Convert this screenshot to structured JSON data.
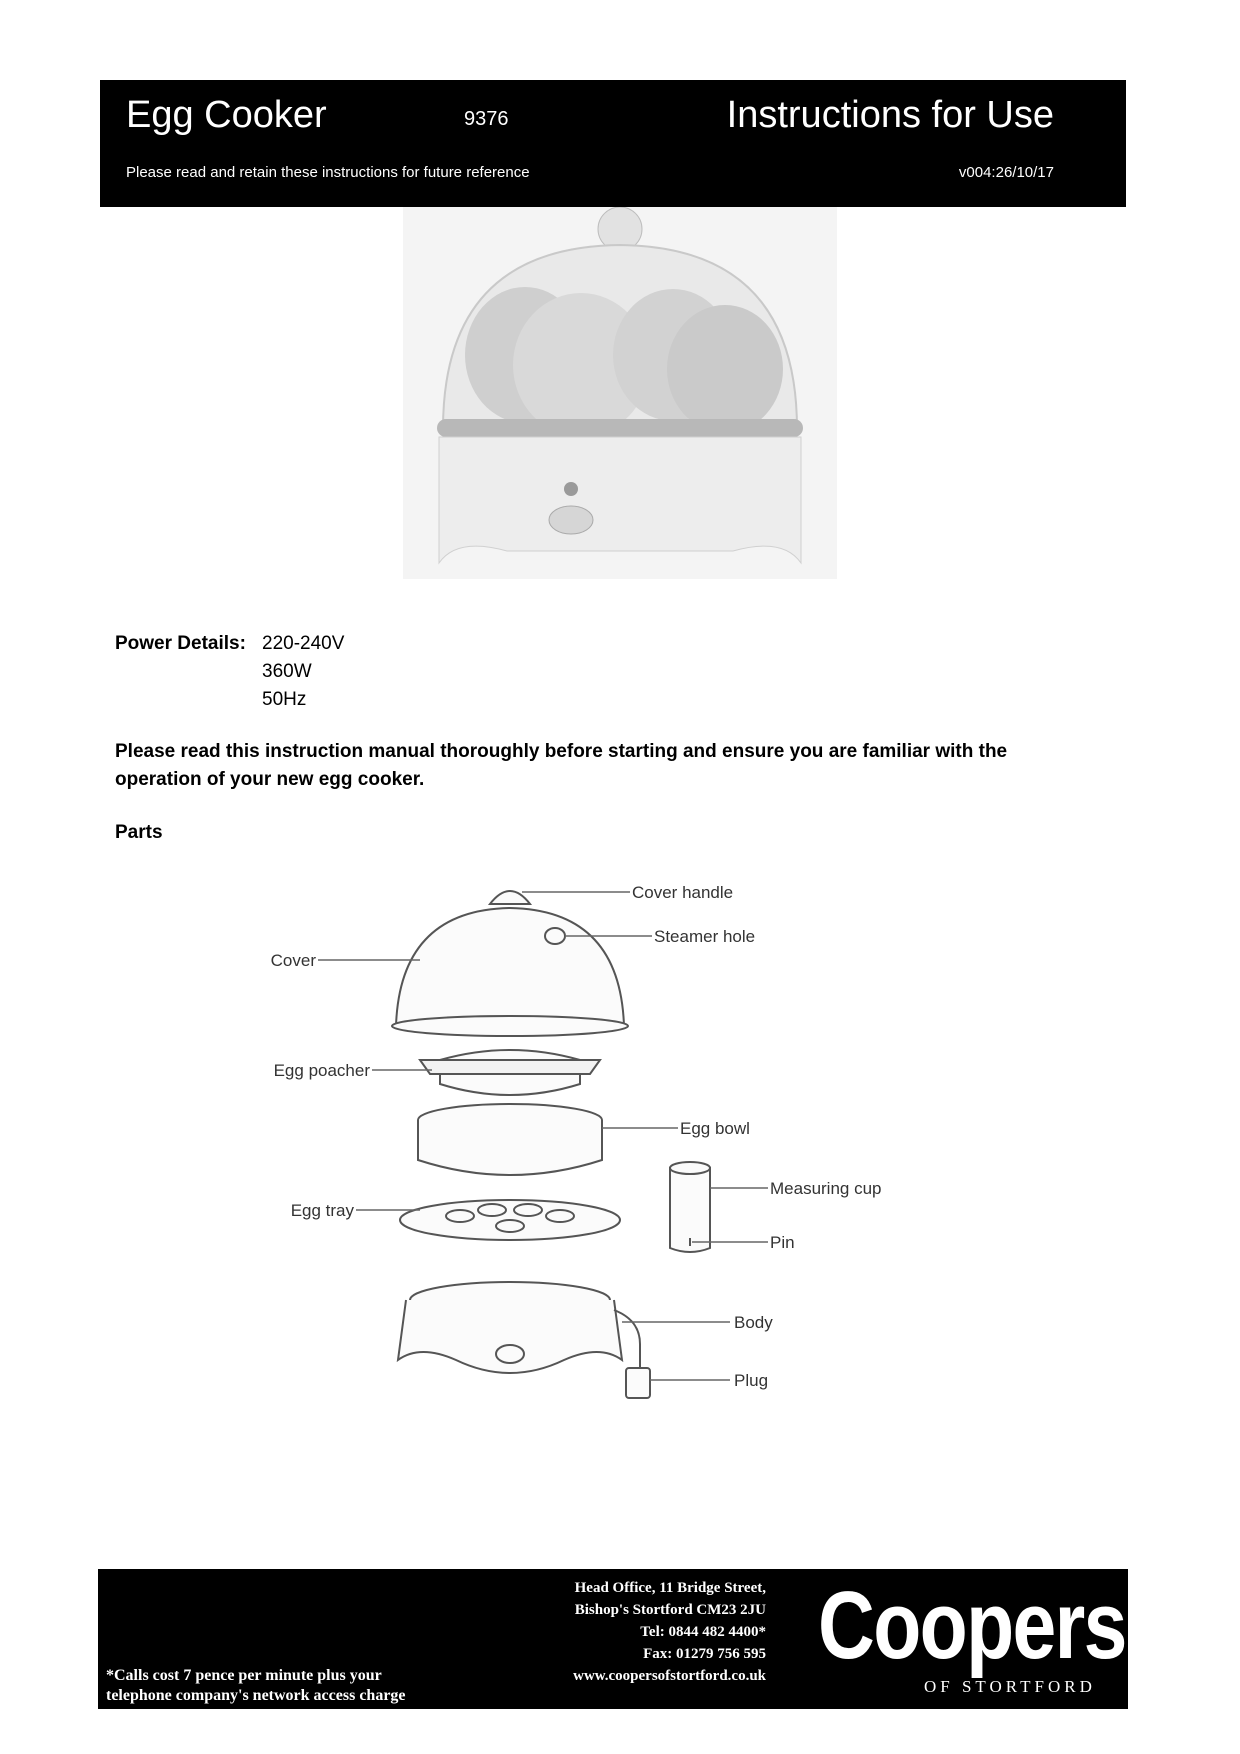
{
  "header": {
    "title": "Egg Cooker",
    "model": "9376",
    "doc_title": "Instructions for Use",
    "subtitle": "Please read and retain these instructions for future reference",
    "version": "v004:26/10/17"
  },
  "power": {
    "label": "Power Details:",
    "voltage": "220-240V",
    "wattage": "360W",
    "frequency": "50Hz"
  },
  "intro": {
    "text": "Please read this instruction manual thoroughly before starting and ensure you are familiar with the operation of your new egg cooker."
  },
  "parts": {
    "heading": "Parts",
    "labels": {
      "cover_handle": "Cover handle",
      "steamer_hole": "Steamer hole",
      "cover": "Cover",
      "egg_poacher": "Egg poacher",
      "egg_bowl": "Egg bowl",
      "measuring_cup": "Measuring cup",
      "egg_tray": "Egg tray",
      "pin": "Pin",
      "body": "Body",
      "plug": "Plug"
    }
  },
  "footer": {
    "note_line1": "*Calls cost 7 pence per minute plus your",
    "note_line2": "telephone company's network access charge",
    "address_line1": "Head Office, 11 Bridge Street,",
    "address_line2": "Bishop's Stortford  CM23 2JU",
    "tel": "Tel: 0844 482 4400*",
    "fax": "Fax: 01279 756 595",
    "website": "www.coopersofstortford.co.uk",
    "logo_text": "Coopers",
    "logo_subtext": "OF STORTFORD"
  }
}
